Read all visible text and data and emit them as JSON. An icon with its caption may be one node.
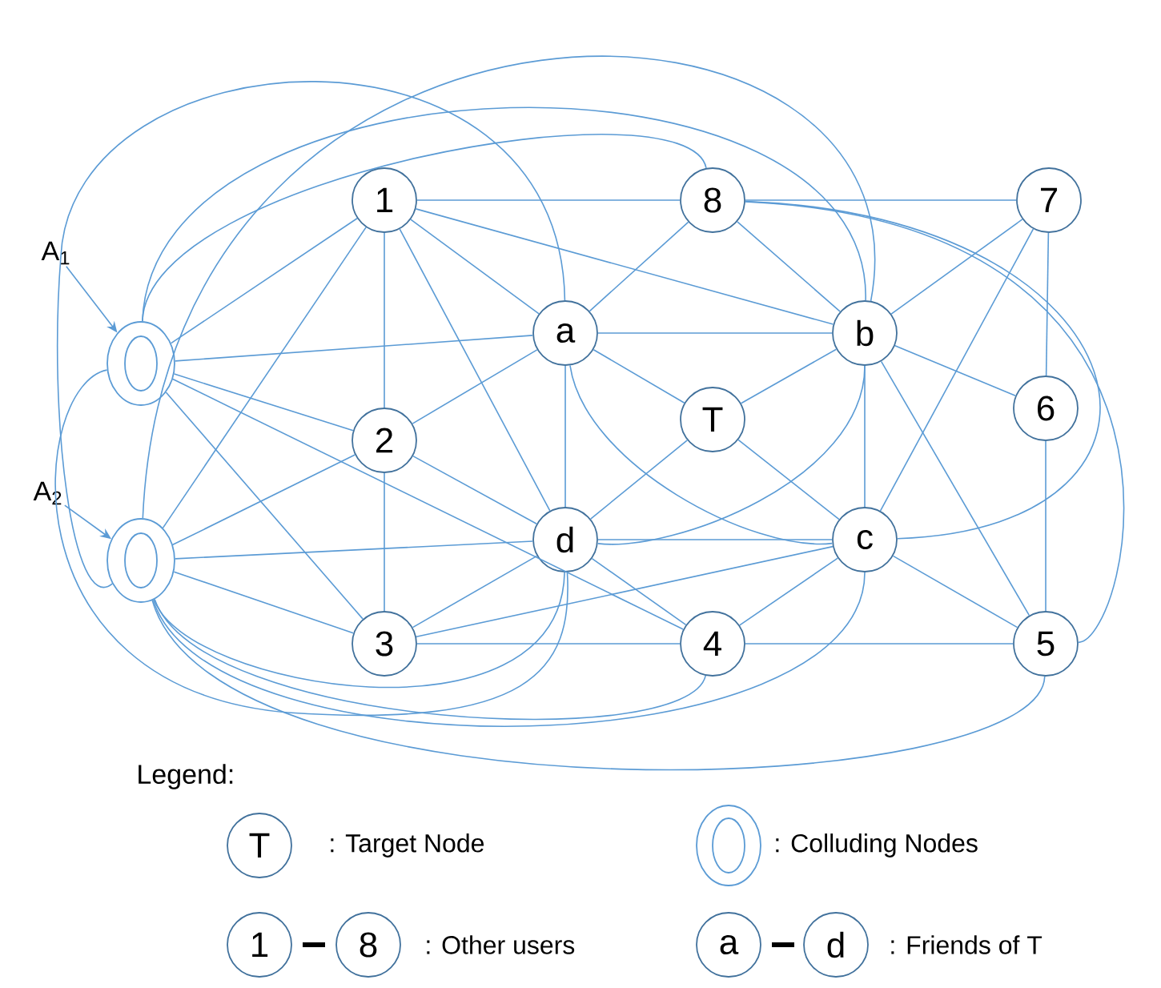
{
  "diagram": {
    "nodes": [
      {
        "text": [
          "A$_{1}$"
        ]
      },
      {
        "text": [
          "A$_{2}$"
        ]
      },
      {
        "text": [],
        "shape": "ellipse"
      },
      {
        "text": [],
        "shape": "ellipse"
      },
      {
        "text": [
          "1"
        ]
      },
      {
        "text": [
          "8"
        ]
      },
      {
        "text": [
          "7"
        ]
      },
      {
        "text": [
          "a"
        ]
      },
      {
        "text": [
          "b"
        ]
      },
      {
        "text": [
          "6"
        ]
      },
      {
        "text": [
          "T"
        ]
      },
      {
        "text": [
          "2"
        ]
      },
      {
        "text": [
          "d"
        ]
      },
      {
        "text": [
          "c"
        ]
      },
      {
        "text": [
          "3"
        ]
      },
      {
        "text": [
          "4"
        ]
      },
      {
        "text": [
          "5"
        ]
      }
    ],
    "edges": [
      {
        "from": 0,
        "to": 2,
        "arrow": "to"
      },
      {
        "from": 1,
        "to": 3,
        "arrow": "to"
      },
      {
        "from": 4,
        "to": 5,
        "arrow": "none"
      },
      {
        "from": 5,
        "to": 6,
        "arrow": "none"
      },
      {
        "from": 4,
        "to": 8,
        "arrow": "none"
      },
      {
        "from": 4,
        "to": 7,
        "arrow": "none"
      },
      {
        "from": 4,
        "to": 11,
        "arrow": "none"
      },
      {
        "from": 4,
        "to": 12,
        "arrow": "none"
      },
      {
        "from": 2,
        "to": 4,
        "arrow": "none"
      },
      {
        "from": 3,
        "to": 4,
        "arrow": "none"
      },
      {
        "from": 5,
        "to": 7,
        "arrow": "none"
      },
      {
        "from": 5,
        "to": 8,
        "arrow": "none"
      },
      {
        "from": 6,
        "to": 8,
        "arrow": "none"
      },
      {
        "from": 6,
        "to": 9,
        "arrow": "none"
      },
      {
        "from": 6,
        "to": 13,
        "arrow": "none"
      },
      {
        "from": 8,
        "to": 9,
        "arrow": "none"
      },
      {
        "from": 7,
        "to": 8,
        "arrow": "none"
      },
      {
        "from": 7,
        "to": 10,
        "arrow": "none"
      },
      {
        "from": 8,
        "to": 10,
        "arrow": "none"
      },
      {
        "from": 7,
        "to": 12,
        "arrow": "none"
      },
      {
        "from": 8,
        "to": 13,
        "arrow": "none"
      },
      {
        "from": 8,
        "to": 16,
        "arrow": "none"
      },
      {
        "from": 10,
        "to": 12,
        "arrow": "none"
      },
      {
        "from": 10,
        "to": 13,
        "arrow": "none"
      },
      {
        "from": 9,
        "to": 16,
        "arrow": "none"
      },
      {
        "from": 13,
        "to": 16,
        "arrow": "none"
      },
      {
        "from": 15,
        "to": 16,
        "arrow": "none"
      },
      {
        "from": 12,
        "to": 13,
        "arrow": "none"
      },
      {
        "from": 12,
        "to": 15,
        "arrow": "none"
      },
      {
        "from": 13,
        "to": 15,
        "arrow": "none"
      },
      {
        "from": 14,
        "to": 13,
        "arrow": "none"
      },
      {
        "from": 14,
        "to": 15,
        "arrow": "none"
      },
      {
        "from": 14,
        "to": 12,
        "arrow": "none"
      },
      {
        "from": 11,
        "to": 14,
        "arrow": "none"
      },
      {
        "from": 11,
        "to": 12,
        "arrow": "none"
      },
      {
        "from": 11,
        "to": 7,
        "arrow": "none"
      },
      {
        "from": 2,
        "to": 7,
        "arrow": "none"
      },
      {
        "from": 2,
        "to": 11,
        "arrow": "none"
      },
      {
        "from": 2,
        "to": 14,
        "arrow": "none"
      },
      {
        "from": 2,
        "to": 15,
        "arrow": "none"
      },
      {
        "from": 3,
        "to": 11,
        "arrow": "none"
      },
      {
        "from": 3,
        "to": 12,
        "arrow": "none"
      },
      {
        "from": 3,
        "to": 14,
        "arrow": "none"
      },
      {
        "from": 2,
        "to": 5,
        "arrow": "none"
      },
      {
        "from": 2,
        "to": 8,
        "arrow": "none"
      },
      {
        "from": 3,
        "to": 8,
        "arrow": "none"
      },
      {
        "from": 3,
        "to": 7,
        "arrow": "none"
      },
      {
        "from": 2,
        "to": 12,
        "arrow": "none"
      },
      {
        "from": 3,
        "to": 12,
        "arrow": "none"
      },
      {
        "from": 3,
        "to": 15,
        "arrow": "none"
      },
      {
        "from": 3,
        "to": 13,
        "arrow": "none"
      },
      {
        "from": 3,
        "to": 16,
        "arrow": "none"
      },
      {
        "from": 5,
        "to": 13,
        "arrow": "none"
      },
      {
        "from": 5,
        "to": 16,
        "arrow": "none"
      },
      {
        "from": 7,
        "to": 13,
        "arrow": "none"
      },
      {
        "from": 8,
        "to": 12,
        "arrow": "none"
      }
    ],
    "labels": [
      "Legend:",
      "T",
      "1",
      "8",
      "a",
      "d"
    ],
    "legend": [
      {
        "text": ": Target Node"
      },
      {
        "text": ": Colluding Nodes"
      },
      {
        "text": ": Other users"
      },
      {
        "text": ": Friends of T"
      }
    ]
  }
}
